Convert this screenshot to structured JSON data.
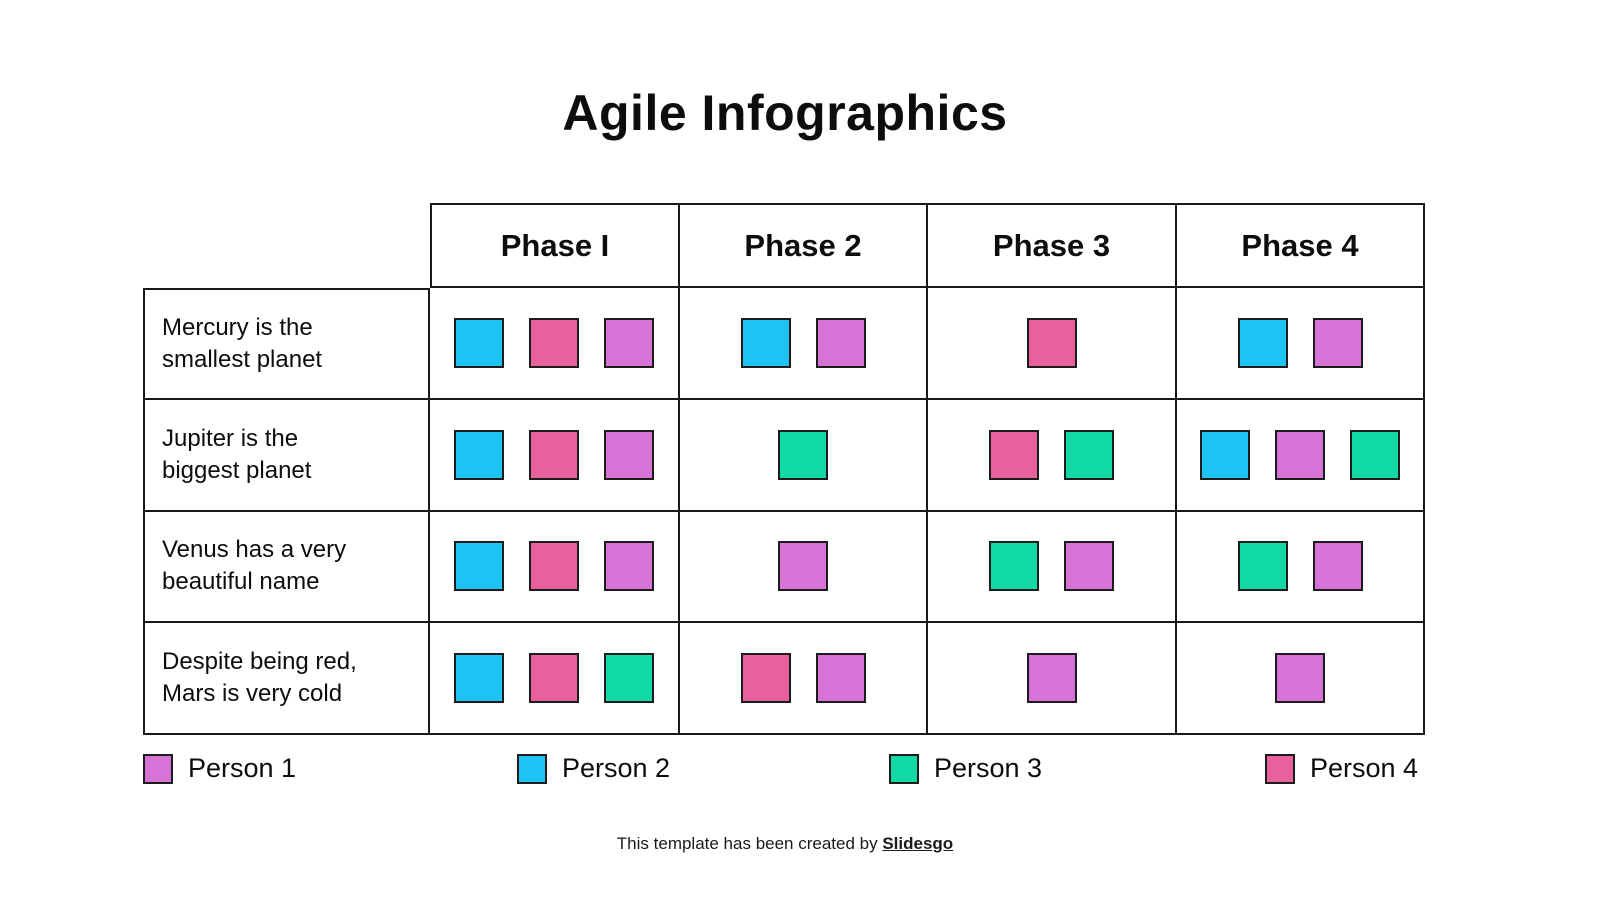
{
  "title": "Agile Infographics",
  "colors": {
    "person1": "#D673D6",
    "person2": "#1FC3F3",
    "person3": "#10D9A6",
    "person4": "#EA5F9E",
    "line": "#1a1a1a"
  },
  "table": {
    "columns": [
      "Phase I",
      "Phase 2",
      "Phase 3",
      "Phase 4"
    ],
    "rows": [
      {
        "label": "Mercury is the\nsmallest planet",
        "cells": [
          [
            "person2",
            "person4",
            "person1"
          ],
          [
            "person2",
            "person1"
          ],
          [
            "person4"
          ],
          [
            "person2",
            "person1"
          ]
        ]
      },
      {
        "label": "Jupiter is the\nbiggest planet",
        "cells": [
          [
            "person2",
            "person4",
            "person1"
          ],
          [
            "person3"
          ],
          [
            "person4",
            "person3"
          ],
          [
            "person2",
            "person1",
            "person3"
          ]
        ]
      },
      {
        "label": "Venus has a very\nbeautiful name",
        "cells": [
          [
            "person2",
            "person4",
            "person1"
          ],
          [
            "person1"
          ],
          [
            "person3",
            "person1"
          ],
          [
            "person3",
            "person1"
          ]
        ]
      },
      {
        "label": "Despite being red,\nMars is very cold",
        "cells": [
          [
            "person2",
            "person4",
            "person3"
          ],
          [
            "person4",
            "person1"
          ],
          [
            "person1"
          ],
          [
            "person1"
          ]
        ]
      }
    ]
  },
  "legend": [
    {
      "label": "Person 1",
      "color_key": "person1"
    },
    {
      "label": "Person 2",
      "color_key": "person2"
    },
    {
      "label": "Person 3",
      "color_key": "person3"
    },
    {
      "label": "Person 4",
      "color_key": "person4"
    }
  ],
  "footer": {
    "prefix": "This template has been created by ",
    "brand": "Slidesgo"
  }
}
